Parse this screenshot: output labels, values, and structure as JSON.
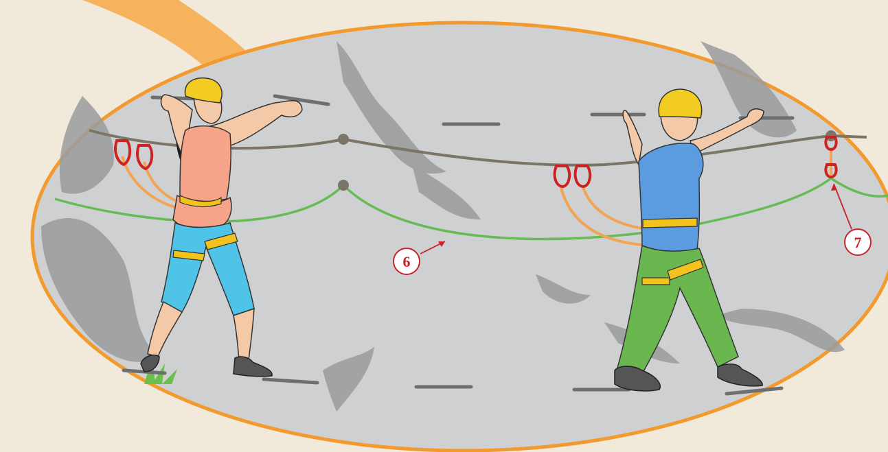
{
  "callouts": [
    {
      "id": "6",
      "label": "6",
      "target": "lower-safety-cable"
    },
    {
      "id": "7",
      "label": "7",
      "target": "lanyard-carabiner"
    }
  ],
  "colors": {
    "background": "#f1e9da",
    "frame": "#f29a2e",
    "rock": "#cfd0d1",
    "rock_shadow": "#9a9b9d",
    "upper_cable": "#7a7566",
    "lower_cable": "#66bb55",
    "carabiner": "#cc2222",
    "lanyard": "#f2a455",
    "helmet": "#f2cc20",
    "harness": "#f2c21d",
    "callout": "#c8232c"
  },
  "figures": [
    "climber-woman",
    "climber-man"
  ]
}
